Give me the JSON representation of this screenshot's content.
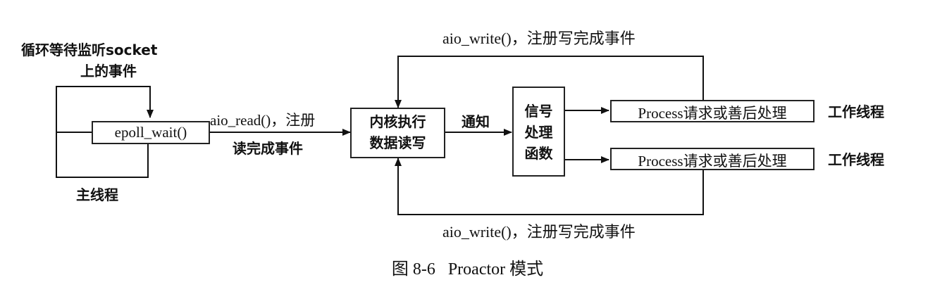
{
  "main_thread": {
    "wait_label_line1": "循环等待监听socket",
    "wait_label_line2": "上的事件",
    "epoll_box": "epoll_wait()",
    "thread_label": "主线程"
  },
  "register_read": {
    "line1": "aio_read()，注册",
    "line2": "读完成事件"
  },
  "kernel_box": {
    "line1": "内核执行",
    "line2": "数据读写"
  },
  "notify_label": "通知",
  "signal_box": {
    "line1": "信号",
    "line2": "处理",
    "line3": "函数"
  },
  "workers": [
    {
      "process_box": "Process请求或善后处理",
      "thread_label": "工作线程"
    },
    {
      "process_box": "Process请求或善后处理",
      "thread_label": "工作线程"
    }
  ],
  "register_write_top": "aio_write()，注册写完成事件",
  "register_write_bottom": "aio_write()，注册写完成事件",
  "caption": "图 8-6   Proactor 模式"
}
